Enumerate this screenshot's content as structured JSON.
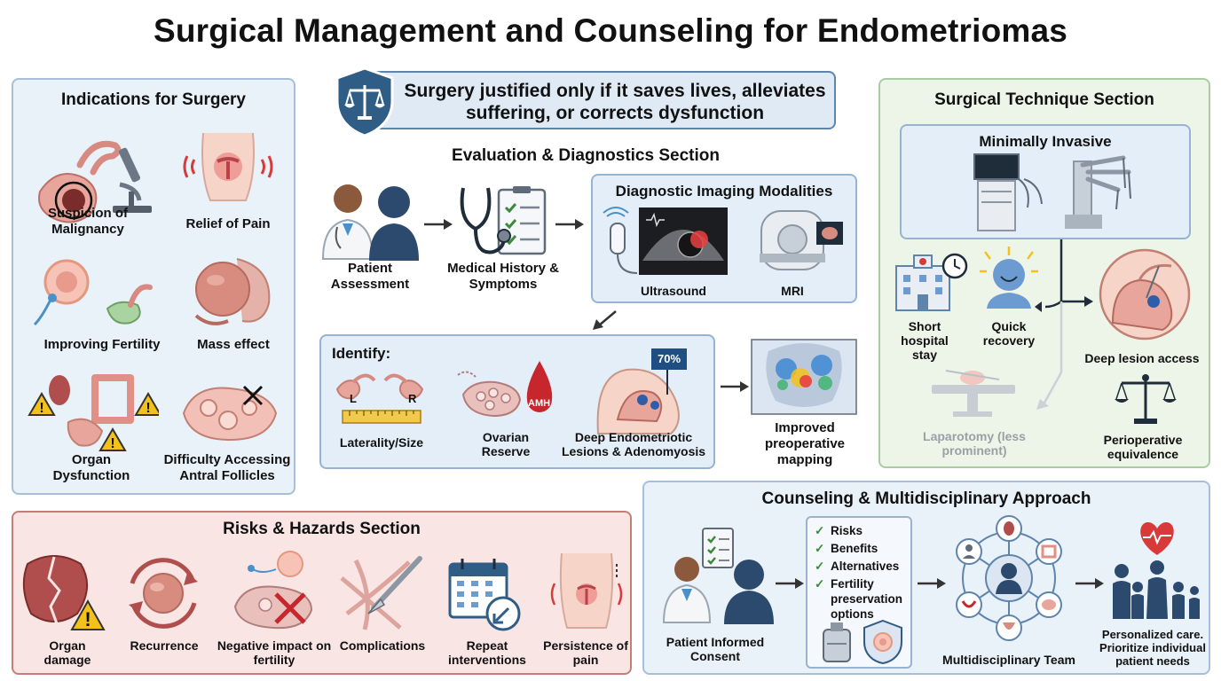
{
  "title": "Surgical Management and Counseling for Endometriomas",
  "principle": "Surgery justified only if it saves lives, alleviates suffering, or corrects dysfunction",
  "indications": {
    "heading": "Indications for Surgery",
    "items": [
      "Suspicion of Malignancy",
      "Relief of Pain",
      "Improving Fertility",
      "Mass effect",
      "Organ Dysfunction",
      "Difficulty Accessing Antral Follicles"
    ]
  },
  "evaluation": {
    "heading": "Evaluation & Diagnostics Section",
    "patient_assessment": "Patient Assessment",
    "history": "Medical History & Symptoms",
    "imaging": {
      "heading": "Diagnostic Imaging Modalities",
      "ultrasound": "Ultrasound",
      "mri": "MRI"
    },
    "identify": {
      "heading": "Identify:",
      "laterality": "Laterality/Size",
      "left_marker": "L",
      "right_marker": "R",
      "ovarian_reserve": "Ovarian Reserve",
      "amh": "AMH",
      "deep_lesions": "Deep Endometriotic Lesions & Adenomyosis",
      "flag_value": "70%"
    },
    "mapping": "Improved preoperative mapping"
  },
  "technique": {
    "heading": "Surgical Technique Section",
    "minimally_invasive": "Minimally Invasive",
    "short_stay": "Short hospital stay",
    "quick_recovery": "Quick recovery",
    "deep_access": "Deep lesion access",
    "laparotomy": "Laparotomy (less prominent)",
    "equivalence": "Perioperative equivalence"
  },
  "risks": {
    "heading": "Risks & Hazards Section",
    "items": [
      "Organ damage",
      "Recurrence",
      "Negative impact on fertility",
      "Complications",
      "Repeat interventions",
      "Persistence of pain"
    ]
  },
  "counseling": {
    "heading": "Counseling & Multidisciplinary Approach",
    "consent": "Patient Informed Consent",
    "checklist": [
      "Risks",
      "Benefits",
      "Alternatives",
      "Fertility preservation options"
    ],
    "team": "Multidisciplinary Team",
    "personalized": "Personalized care. Prioritize individual patient needs"
  },
  "colors": {
    "navy": "#2c4a6e",
    "shield": "#2f5d86",
    "organ_pink": "#e8a59c",
    "lesion_red": "#d83a3a",
    "warning": "#f2c21b",
    "check_green": "#3a8a3a"
  }
}
